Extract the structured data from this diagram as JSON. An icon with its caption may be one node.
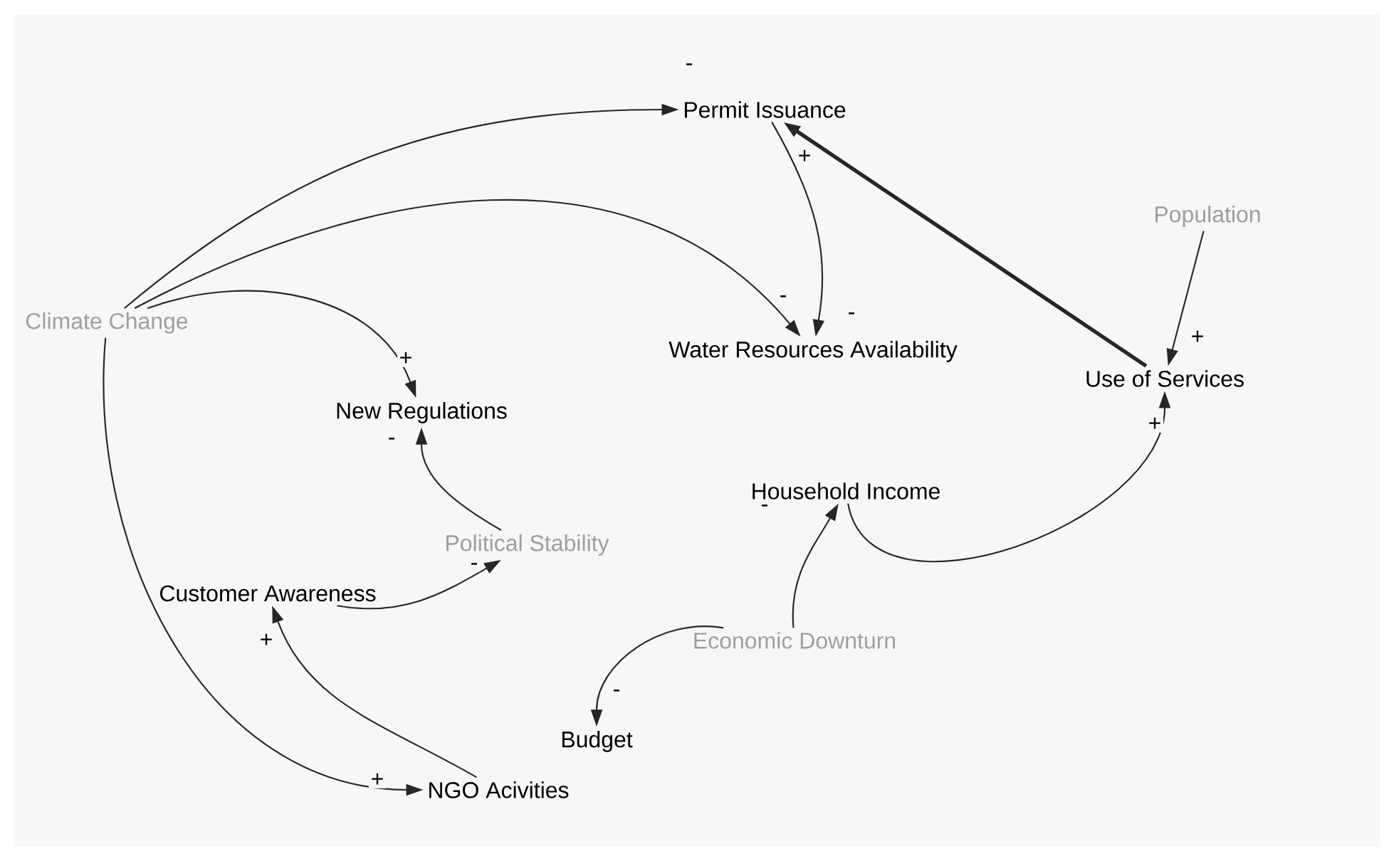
{
  "diagram": {
    "nodes": [
      {
        "text": [
          "Permit Issuance"
        ]
      },
      {
        "text": [
          "Population"
        ]
      },
      {
        "text": [
          "Climate Change"
        ]
      },
      {
        "text": [
          "Water Resources Availability"
        ]
      },
      {
        "text": [
          "Use of Services"
        ]
      },
      {
        "text": [
          "New Regulations"
        ]
      },
      {
        "text": [
          "Household Income"
        ]
      },
      {
        "text": [
          "Political Stability"
        ]
      },
      {
        "text": [
          "Customer Awareness"
        ]
      },
      {
        "text": [
          "Economic Downturn"
        ]
      },
      {
        "text": [
          "Budget"
        ]
      },
      {
        "text": [
          "NGO Acivities"
        ]
      }
    ],
    "edges": [
      {
        "from": 2,
        "to": 0,
        "arrow": "to",
        "label": "-"
      },
      {
        "from": 2,
        "to": 3,
        "arrow": "to",
        "label": "-"
      },
      {
        "from": 2,
        "to": 5,
        "arrow": "to",
        "label": "+"
      },
      {
        "from": 2,
        "to": 11,
        "arrow": "to",
        "label": "+"
      },
      {
        "from": 0,
        "to": 3,
        "arrow": "to",
        "label": "-"
      },
      {
        "from": 4,
        "to": 0,
        "arrow": "to",
        "label": "+",
        "style": "thick"
      },
      {
        "from": 1,
        "to": 4,
        "arrow": "to",
        "label": "+"
      },
      {
        "from": 6,
        "to": 4,
        "arrow": "to",
        "label": "+"
      },
      {
        "from": 7,
        "to": 5,
        "arrow": "to",
        "label": "-"
      },
      {
        "from": 8,
        "to": 7,
        "arrow": "to",
        "label": "-"
      },
      {
        "from": 11,
        "to": 8,
        "arrow": "to",
        "label": "+"
      },
      {
        "from": 9,
        "to": 6,
        "arrow": "to",
        "label": "-"
      },
      {
        "from": 9,
        "to": 10,
        "arrow": "to",
        "label": "-"
      }
    ]
  }
}
